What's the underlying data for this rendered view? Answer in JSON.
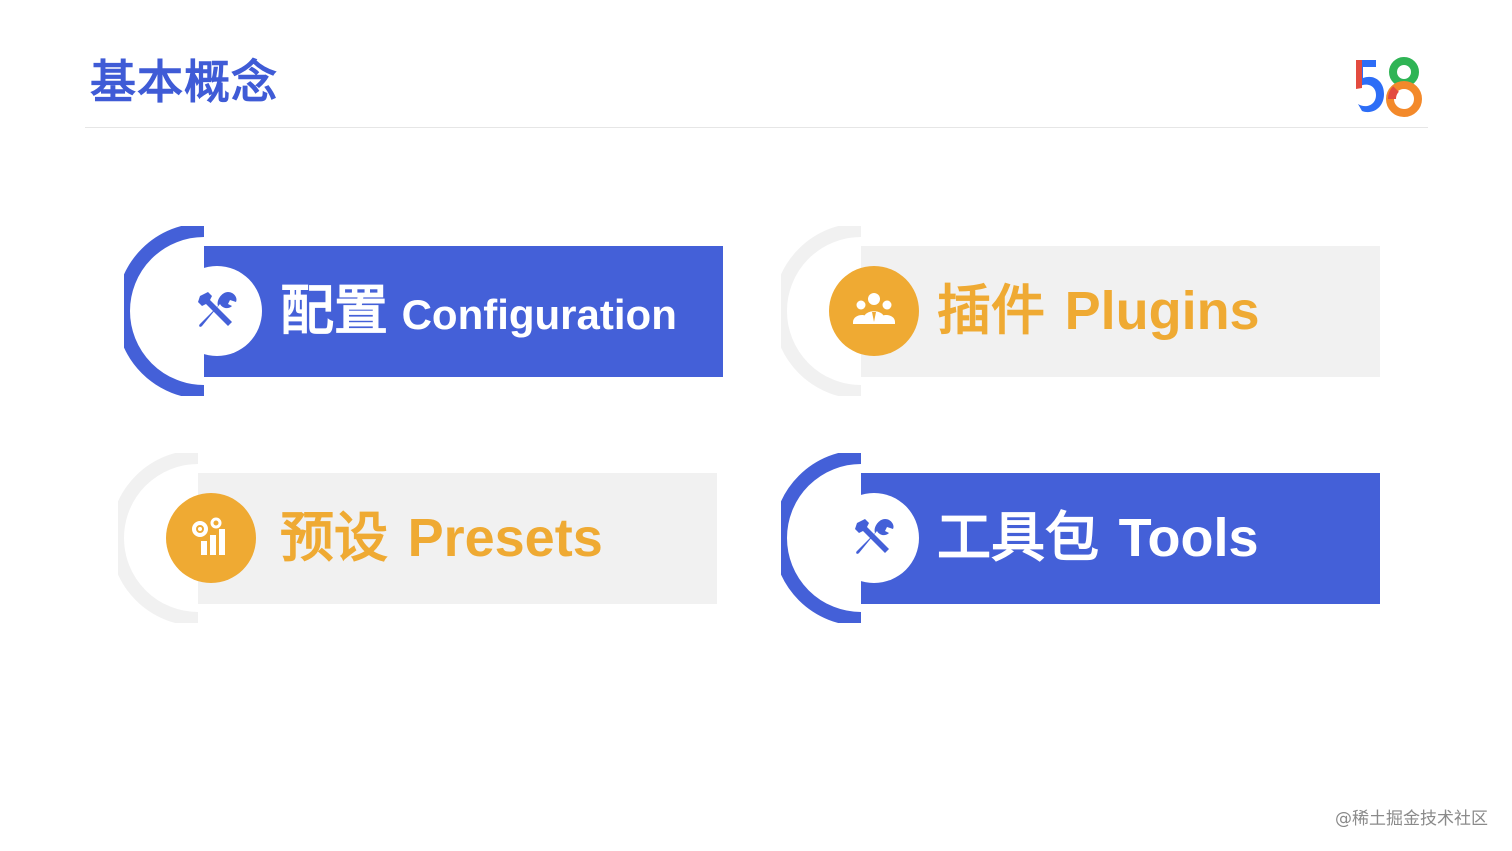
{
  "header": {
    "title": "基本概念",
    "logo_text": "58"
  },
  "cards": [
    {
      "zh": "配置",
      "en": "Configuration",
      "style": "blue",
      "icon": "tools-icon"
    },
    {
      "zh": "插件",
      "en": "Plugins",
      "style": "gray",
      "icon": "users-group-icon"
    },
    {
      "zh": "预设",
      "en": "Presets",
      "style": "gray",
      "icon": "gear-chart-icon"
    },
    {
      "zh": "工具包",
      "en": "Tools",
      "style": "blue",
      "icon": "tools-icon"
    }
  ],
  "watermark": "@稀土掘金技术社区",
  "colors": {
    "primary_blue": "#4460d8",
    "accent_orange": "#efaa33",
    "card_gray": "#f1f1f1",
    "title_blue": "#3f5bd6"
  }
}
